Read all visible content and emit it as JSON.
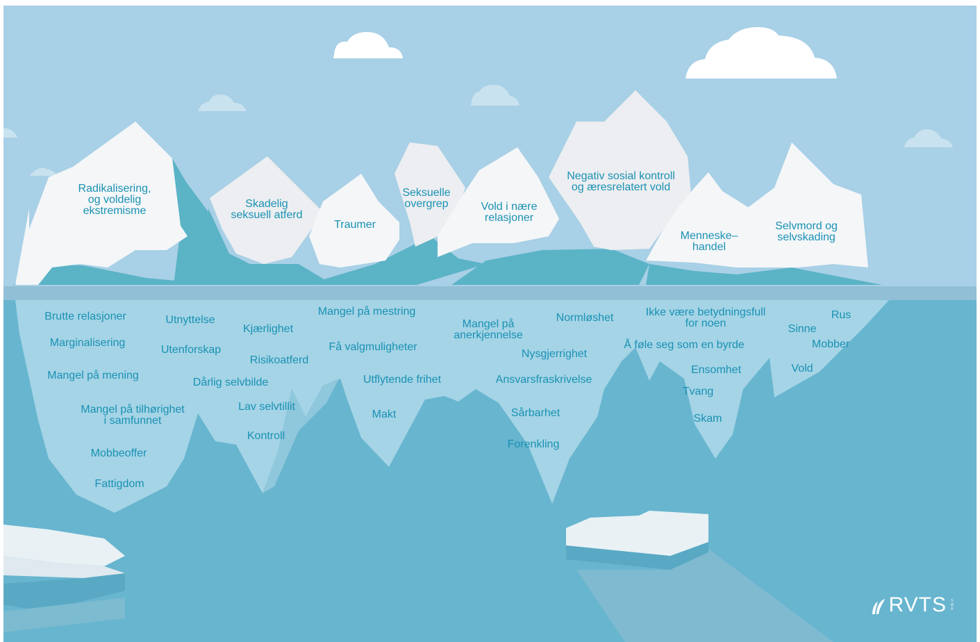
{
  "colors": {
    "sky": "#a8d0e6",
    "sea": "#68b5cf",
    "waterline": "#91bfd6",
    "ice_light": "#f4f6f8",
    "ice_shadow": "#dfe4ea",
    "teal_face": "#5bb3c6",
    "underwater_ice": "#a4d4e6",
    "cloud": "#ffffff",
    "cloud_faint": "#d6e8f2",
    "text": "#1a91b3"
  },
  "above_water_labels": [
    "Radikalisering,\nog voldelig\nekstremisme",
    "Skadelig\nseksuell atferd",
    "Traumer",
    "Seksuelle\novergrep",
    "Vold i nære\nrelasjoner",
    "Negativ sosial kontroll\nog æresrelatert vold",
    "Menneske–\nhandel",
    "Selvmord og\nselvskading"
  ],
  "below_water_labels": [
    "Brutte relasjoner",
    "Marginalisering",
    "Mangel på mening",
    "Mangel på tilhørighet\ni samfunnet",
    "Mobbeoffer",
    "Fattigdom",
    "Utnyttelse",
    "Utenforskap",
    "Kjærlighet",
    "Risikoatferd",
    "Dårlig selvbilde",
    "Lav selvtillit",
    "Kontroll",
    "Mangel på mestring",
    "Få valgmuligheter",
    "Utflytende frihet",
    "Makt",
    "Mangel på\nanerkjennelse",
    "Nysgjerrighet",
    "Ansvarsfraskrivelse",
    "Sårbarhet",
    "Forenkling",
    "Normløshet",
    "Ikke være betydningsfull\nfor noen",
    "Å føle seg som en byrde",
    "Ensomhet",
    "Tvang",
    "Skam",
    "Rus",
    "Sinne",
    "Mobber",
    "Vold"
  ],
  "logo": {
    "text": "RVTS",
    "tag": "SØR",
    "icon": "leaf-logo-icon"
  }
}
